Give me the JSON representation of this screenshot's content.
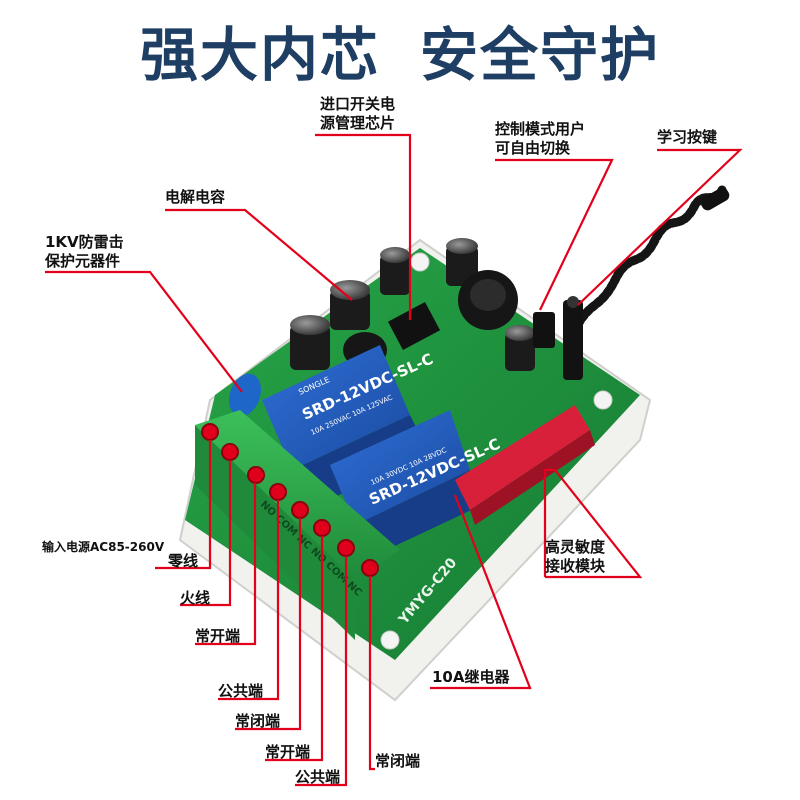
{
  "title": {
    "left": "强大内芯",
    "right": "安全守护"
  },
  "callouts": {
    "power_chip": [
      "进口开关电",
      "源管理芯片"
    ],
    "capacitor": "电解电容",
    "surge": [
      "1KV防雷击",
      "保护元器件"
    ],
    "mode_switch": [
      "控制模式用户",
      "可自由切换"
    ],
    "learn_button": "学习按键",
    "power_input": "输入电源AC85-260V",
    "neutral": "零线",
    "live": "火线",
    "no1": "常开端",
    "com1": "公共端",
    "nc1": "常闭端",
    "no2": "常开端",
    "com2": "公共端",
    "nc2": "常闭端",
    "receiver": [
      "高灵敏度",
      "接收模块"
    ],
    "relay": "10A继电器"
  },
  "board": {
    "relay_brand": "SONGLE",
    "relay_model": "SRD-12VDC-SL-C",
    "relay_rating_1": "10A 250VAC 10A 125VAC",
    "relay_rating_2": "10A 30VDC 10A 28VDC",
    "model_text": "YMYG-C20",
    "terminal_text": "NO COM NC NO COM NC"
  },
  "colors": {
    "title": "#1f3e63",
    "pcb": "#1f8f3c",
    "terminal": "#2ea84a",
    "relay": "#1e56b8",
    "leader": "#e3001b"
  }
}
